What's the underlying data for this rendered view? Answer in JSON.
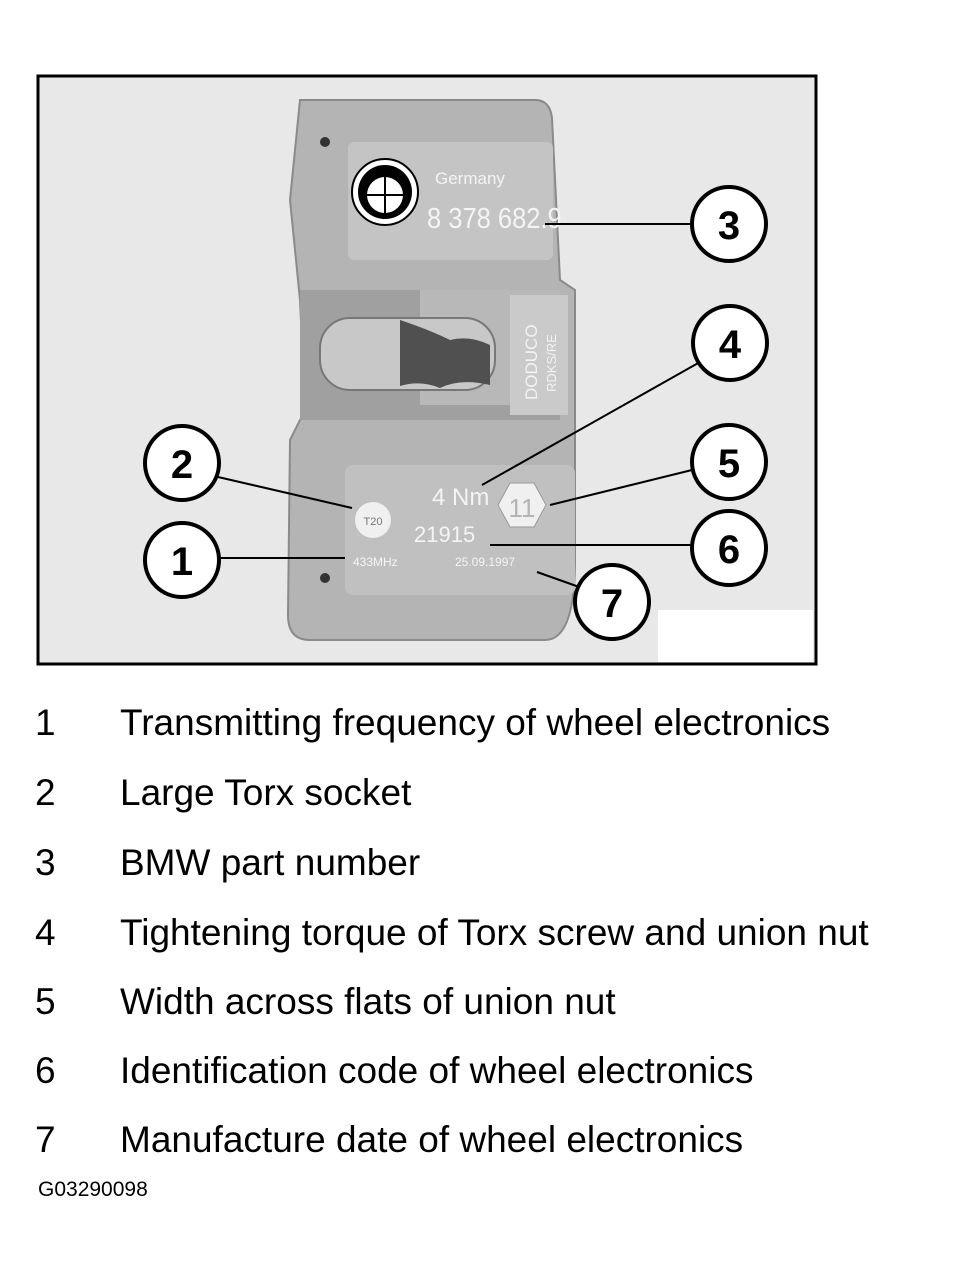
{
  "photo": {
    "brand_text": "Germany",
    "part_number": "8 378 682.9",
    "maker_mark": "DODUCO",
    "maker_submark": "RDKS/RE",
    "torque_value": "4 Nm",
    "nut_size": "11",
    "torx_size": "T20",
    "frequency": "433MHz",
    "id_code": "21915",
    "date": "25.09.1997"
  },
  "callouts": [
    "1",
    "2",
    "3",
    "4",
    "5",
    "6",
    "7"
  ],
  "legend": [
    {
      "num": "1",
      "text": "Transmitting frequency of wheel electronics"
    },
    {
      "num": "2",
      "text": "Large Torx socket"
    },
    {
      "num": "3",
      "text": "BMW part number"
    },
    {
      "num": "4",
      "text": "Tightening torque of Torx screw and union nut"
    },
    {
      "num": "5",
      "text": "Width across flats of union nut"
    },
    {
      "num": "6",
      "text": "Identification code of wheel electronics"
    },
    {
      "num": "7",
      "text": "Manufacture date of wheel electronics"
    }
  ],
  "figure_id": "G03290098"
}
